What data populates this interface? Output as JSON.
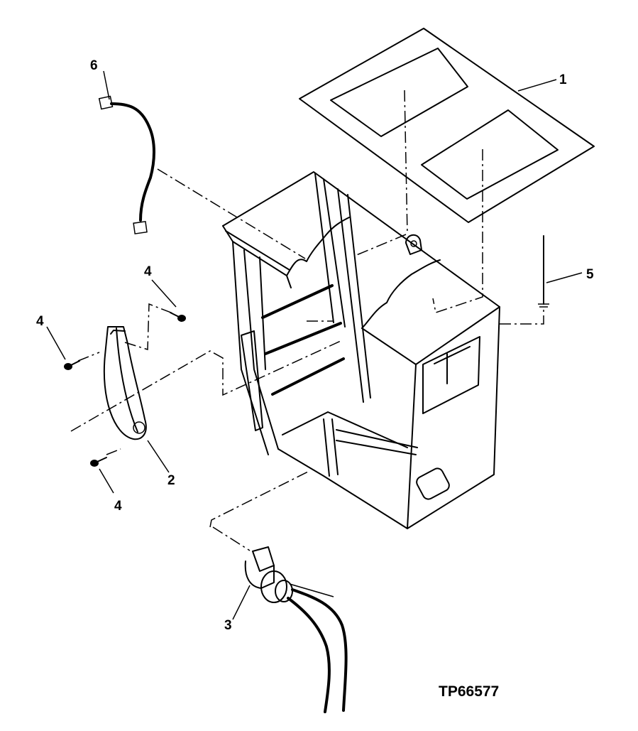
{
  "figure_id": "TP66577",
  "callouts": [
    {
      "id": "callout-1",
      "text": "1"
    },
    {
      "id": "callout-2",
      "text": "2"
    },
    {
      "id": "callout-3",
      "text": "3"
    },
    {
      "id": "callout-4a",
      "text": "4"
    },
    {
      "id": "callout-4b",
      "text": "4"
    },
    {
      "id": "callout-4c",
      "text": "4"
    },
    {
      "id": "callout-5",
      "text": "5"
    },
    {
      "id": "callout-6",
      "text": "6"
    }
  ],
  "colors": {
    "ink": "#000000",
    "paper": "#ffffff"
  }
}
